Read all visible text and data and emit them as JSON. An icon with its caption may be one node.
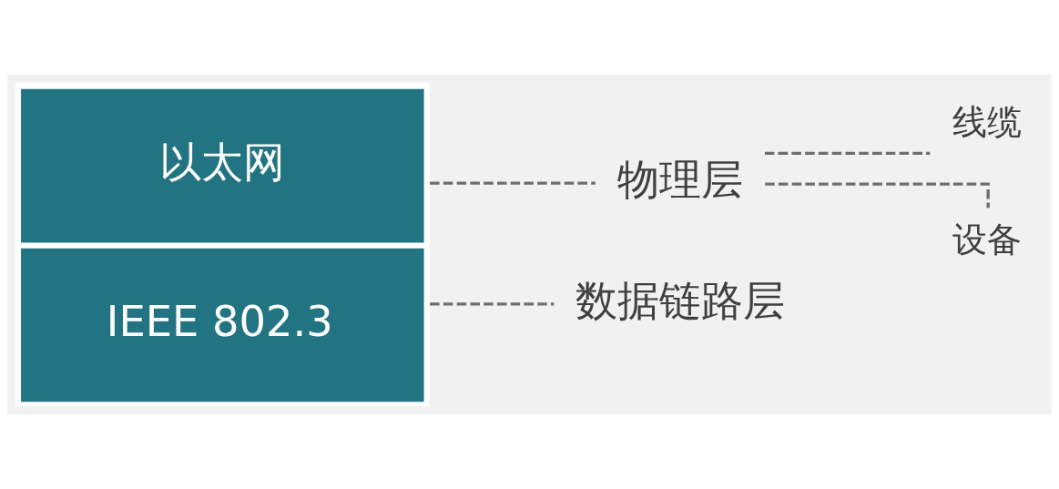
{
  "diagram": {
    "nodes": [
      {
        "text": [
          "以太网",
          "IEEE 802.3"
        ]
      },
      {
        "text": [
          "物理层"
        ]
      },
      {
        "text": [
          "数据链路层"
        ]
      },
      {
        "text": [
          "线缆"
        ]
      },
      {
        "text": [
          "设备"
        ]
      }
    ],
    "edges": [
      {
        "from": 0,
        "to": 1,
        "arrow": "none",
        "style": "dashed"
      },
      {
        "from": 0,
        "to": 2,
        "arrow": "none",
        "style": "dashed"
      },
      {
        "from": 1,
        "to": 3,
        "arrow": "none",
        "style": "dashed"
      },
      {
        "from": 1,
        "to": 4,
        "arrow": "none",
        "style": "dashed"
      }
    ]
  }
}
